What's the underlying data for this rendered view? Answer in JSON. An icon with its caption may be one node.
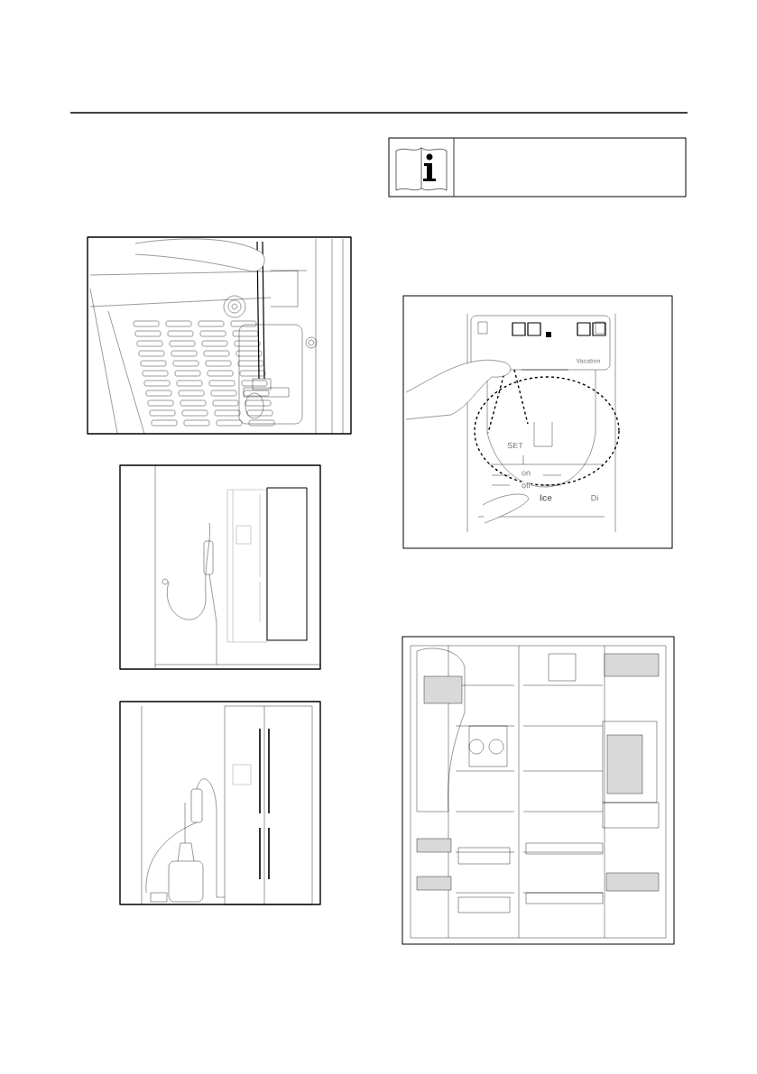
{
  "diagram": {
    "labels": [
      "Vacation",
      "SET",
      "on",
      "off",
      "Ice",
      "Di"
    ]
  }
}
